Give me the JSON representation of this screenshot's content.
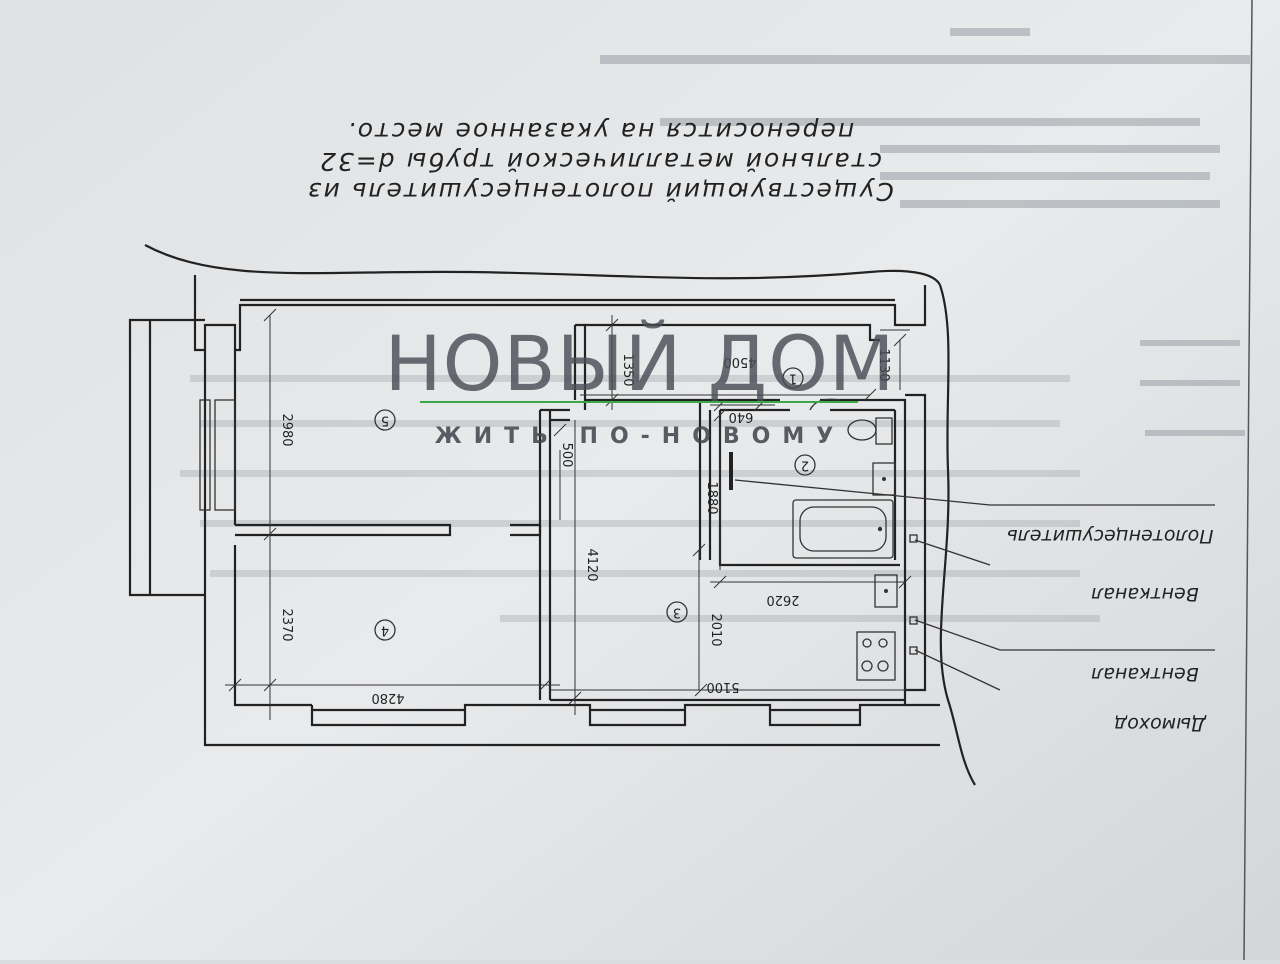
{
  "watermark": {
    "title": "НОВЫЙ ДОМ",
    "subtitle": "ЖИТЬ ПО-НОВОМУ"
  },
  "note": {
    "line1": "Существующий полотенцесушитель из",
    "line2": "стальной металлической трубы d=32",
    "line3": "переносится на указанное место."
  },
  "dimensions": {
    "d2980": "2980",
    "d2370": "2370",
    "d4280": "4280",
    "d4120": "4120",
    "d5100": "5100",
    "d2010": "2010",
    "d2620": "2620",
    "d1880": "1880",
    "d640": "640",
    "d500": "500",
    "d1350": "1350",
    "d4500": "4500",
    "d1130": "1130"
  },
  "rooms": {
    "r1": "1",
    "r2": "2",
    "r3": "3",
    "r4": "4",
    "r5": "5"
  },
  "labels": {
    "towel": "Полотенцесушитель",
    "vent1": "Вентканал",
    "vent2": "Вентканал",
    "chimney": "Дымоход"
  },
  "colors": {
    "paper": "#e4e6e8",
    "ink": "#222222",
    "watermark": "#4a4e55",
    "accent_line": "#3aa845"
  }
}
